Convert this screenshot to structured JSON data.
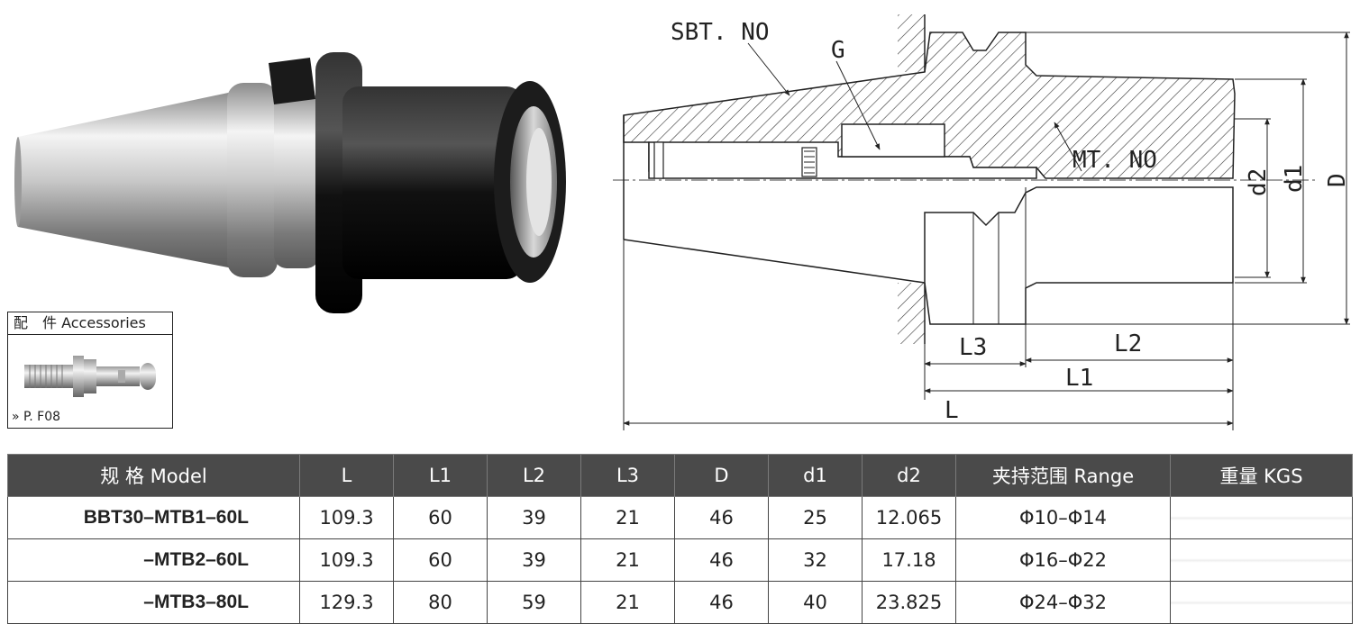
{
  "accessories": {
    "title": "配　件  Accessories",
    "reference": "» P. F08"
  },
  "drawing": {
    "labels": {
      "sbt": "SBT. NO",
      "g": "G",
      "mt": "MT. NO",
      "d2": "d2",
      "d1": "d1",
      "D": "D",
      "L3": "L3",
      "L2": "L2",
      "L1": "L1",
      "L": "L"
    }
  },
  "table": {
    "headers": [
      "规 格 Model",
      "L",
      "L1",
      "L2",
      "L3",
      "D",
      "d1",
      "d2",
      "夹持范围 Range",
      "重量 KGS"
    ],
    "rows": [
      {
        "model": "BBT30–MTB1–60L",
        "L": "109.3",
        "L1": "60",
        "L2": "39",
        "L3": "21",
        "D": "46",
        "d1": "25",
        "d2": "12.065",
        "range": "Φ10–Φ14",
        "weight": ""
      },
      {
        "model": "–MTB2–60L",
        "L": "109.3",
        "L1": "60",
        "L2": "39",
        "L3": "21",
        "D": "46",
        "d1": "32",
        "d2": "17.18",
        "range": "Φ16–Φ22",
        "weight": ""
      },
      {
        "model": "–MTB3–80L",
        "L": "129.3",
        "L1": "80",
        "L2": "59",
        "L3": "21",
        "D": "46",
        "d1": "40",
        "d2": "23.825",
        "range": "Φ24–Φ32",
        "weight": ""
      }
    ]
  }
}
